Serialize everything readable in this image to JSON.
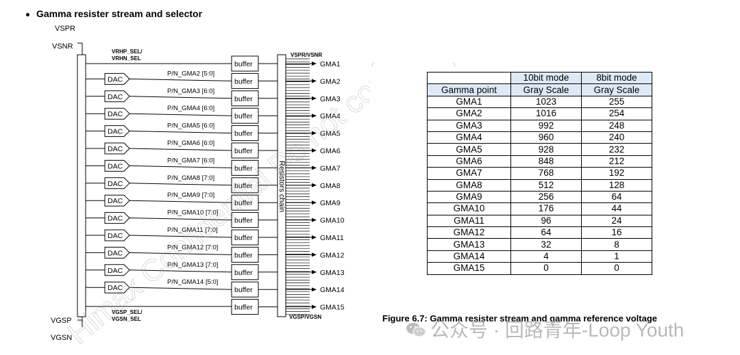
{
  "heading": "Gamma resister stream and selector",
  "diagram": {
    "vspr": "VSPR",
    "vsnr": "VSNR",
    "vgsp": "VGSP",
    "vgsn": "VGSN",
    "vrhp_sel": "VRHP_SEL/",
    "vrhn_sel": "VRHN_SEL",
    "vgsp_sel": "VGSP_SEL/",
    "vgsn_sel": "VGSN_SEL",
    "vspr_vsnr": "VSPR/VSNR",
    "vgsp_vgsn": "VGSP/VGSN",
    "chain_label": "Resistors chain",
    "buffer_label": "buffer",
    "dac_label": "DAC",
    "signals": [
      "P/N_GMA2 [5:0]",
      "P/N_GMA3 [6:0]",
      "P/N_GMA4 [6:0]",
      "P/N_GMA5 [6:0]",
      "P/N_GMA6 [6:0]",
      "P/N_GMA7 [6:0]",
      "P/N_GMA8 [7:0]",
      "P/N_GMA9 [7:0]",
      "P/N_GMA10 [7:0]",
      "P/N_GMA11 [7:0]",
      "P/N_GMA12 [7:0]",
      "P/N_GMA13 [7:0]",
      "P/N_GMA14 [5:0]"
    ],
    "outputs": [
      "GMA1",
      "GMA2",
      "GMA3",
      "GMA4",
      "GMA5",
      "GMA6",
      "GMA7",
      "GMA8",
      "GMA9",
      "GMA10",
      "GMA11",
      "GMA12",
      "GMA13",
      "GMA14",
      "GMA15"
    ],
    "confidential_watermark": "Himax Confidential Do not copy"
  },
  "table": {
    "header1": [
      "",
      "10bit mode",
      "8bit mode"
    ],
    "header2": [
      "Gamma point",
      "Gray Scale",
      "Gray Scale"
    ],
    "rows": [
      [
        "GMA1",
        "1023",
        "255"
      ],
      [
        "GMA2",
        "1016",
        "254"
      ],
      [
        "GMA3",
        "992",
        "248"
      ],
      [
        "GMA4",
        "960",
        "240"
      ],
      [
        "GMA5",
        "928",
        "232"
      ],
      [
        "GMA6",
        "848",
        "212"
      ],
      [
        "GMA7",
        "768",
        "192"
      ],
      [
        "GMA8",
        "512",
        "128"
      ],
      [
        "GMA9",
        "256",
        "64"
      ],
      [
        "GMA10",
        "176",
        "44"
      ],
      [
        "GMA11",
        "96",
        "24"
      ],
      [
        "GMA12",
        "64",
        "16"
      ],
      [
        "GMA13",
        "32",
        "8"
      ],
      [
        "GMA14",
        "4",
        "1"
      ],
      [
        "GMA15",
        "0",
        "0"
      ]
    ]
  },
  "caption": "Figure 6.7: Gamma resister stream and gamma reference voltage",
  "watermark": "公众号 · 回路青年-Loop Youth"
}
